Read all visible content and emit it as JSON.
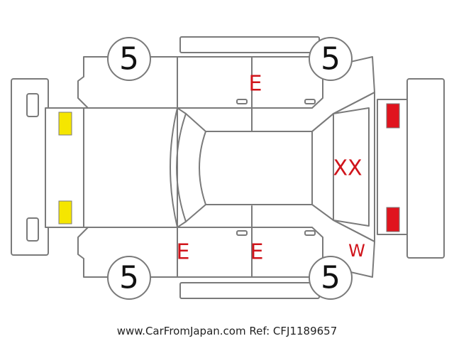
{
  "tires": {
    "front_left": "5",
    "rear_left": "5",
    "front_right": "5",
    "rear_right": "5"
  },
  "damage_codes": {
    "roof": "E",
    "front_door_lower": "E",
    "rear_door_lower": "E",
    "rear_window": "XX",
    "rear_quarter_lower": "W"
  },
  "lights": {
    "front": "#f5e600",
    "rear": "#e0141e"
  },
  "footer": {
    "source": "www.CarFromJapan.com",
    "ref": "Ref: CFJ1189657"
  }
}
